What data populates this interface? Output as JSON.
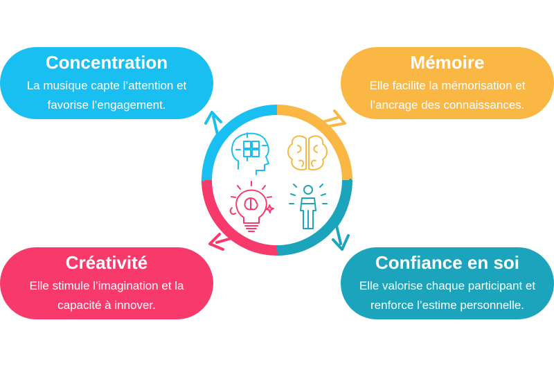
{
  "colors": {
    "blue": "#19bff0",
    "yellow": "#fab744",
    "pink": "#f73a6b",
    "teal": "#1ba4bb"
  },
  "cards": {
    "concentration": {
      "title": "Concentration",
      "line1": "La musique capte l’attention et",
      "line2": "favorise l’engagement."
    },
    "memoire": {
      "title": "Mémoire",
      "line1": "Elle facilite la mémorisation et",
      "line2": "l’ancrage des connaissances."
    },
    "creativite": {
      "title": "Créativité",
      "line1": "Elle stimule l’imagination et la",
      "line2": "capacité à innover."
    },
    "confiance": {
      "title": "Confiance en soi",
      "line1": "Elle valorise chaque participant et",
      "line2": "renforce l’estime personnelle."
    }
  },
  "icons": [
    "head-puzzle-icon",
    "brain-icon",
    "lightbulb-brain-icon",
    "confident-person-icon"
  ]
}
